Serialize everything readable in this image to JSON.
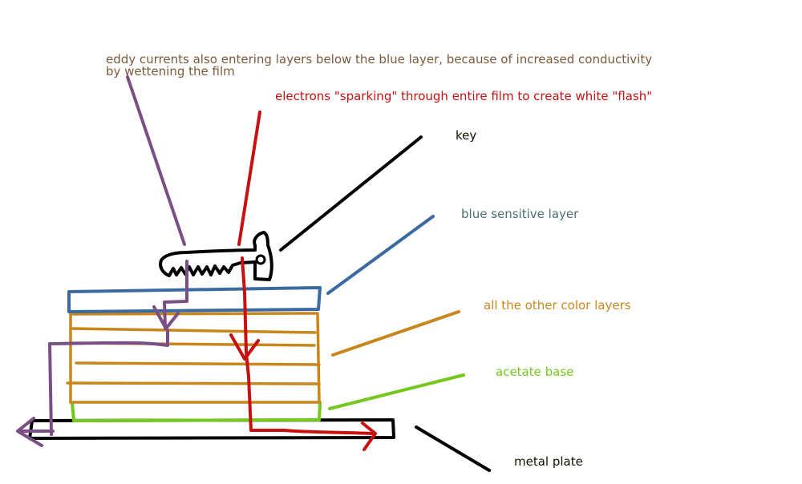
{
  "labels": {
    "eddy_line1": "eddy currents also entering layers below the blue layer, because of increased conductivity",
    "eddy_line2": "by wettening the film",
    "electrons": "electrons \"sparking\" through entire film to create white \"flash\"",
    "key": "key",
    "blue_layer": "blue sensitive layer",
    "color_layers": "all the other color layers",
    "acetate": "acetate base",
    "metal_plate": "metal plate"
  },
  "colors": {
    "eddy": "#7b5a3c",
    "eddy_stroke": "#7a4f86",
    "electrons": "#c81010",
    "key": "#000000",
    "blue_layer": "#3a6aa0",
    "blue_text": "#4a7070",
    "color_layers": "#c8871c",
    "acetate": "#74c81e",
    "metal_plate": "#000000"
  }
}
